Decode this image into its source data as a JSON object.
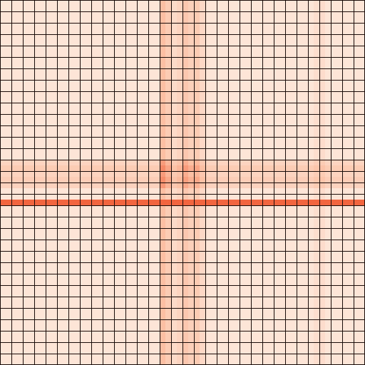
{
  "chart_data": {
    "type": "heatmap",
    "title": "",
    "xlabel": "",
    "ylabel": "",
    "n_rows": 64,
    "n_cols": 64,
    "colormap": {
      "low": "#fde9dd",
      "mid": "#fcbfa3",
      "high": "#f2653f"
    },
    "grid": true,
    "grid_color": "#1a0d0a",
    "background": "#fdebe0",
    "base_value": 0.05,
    "column_profile": [
      {
        "index": 28,
        "value": 0.45
      },
      {
        "index": 29,
        "value": 0.3
      },
      {
        "index": 30,
        "value": 0.12
      },
      {
        "index": 31,
        "value": 0.2
      },
      {
        "index": 32,
        "value": 0.35
      },
      {
        "index": 33,
        "value": 0.25
      },
      {
        "index": 34,
        "value": 0.3
      },
      {
        "index": 35,
        "value": 0.15
      },
      {
        "index": 55,
        "value": 0.08
      },
      {
        "index": 56,
        "value": 0.1
      }
    ],
    "row_profile": [
      {
        "index": 28,
        "value": 0.2
      },
      {
        "index": 29,
        "value": 0.3
      },
      {
        "index": 30,
        "value": 0.2
      },
      {
        "index": 31,
        "value": 0.28
      },
      {
        "index": 32,
        "value": 0.22
      },
      {
        "index": 35,
        "value": 0.95
      }
    ]
  }
}
